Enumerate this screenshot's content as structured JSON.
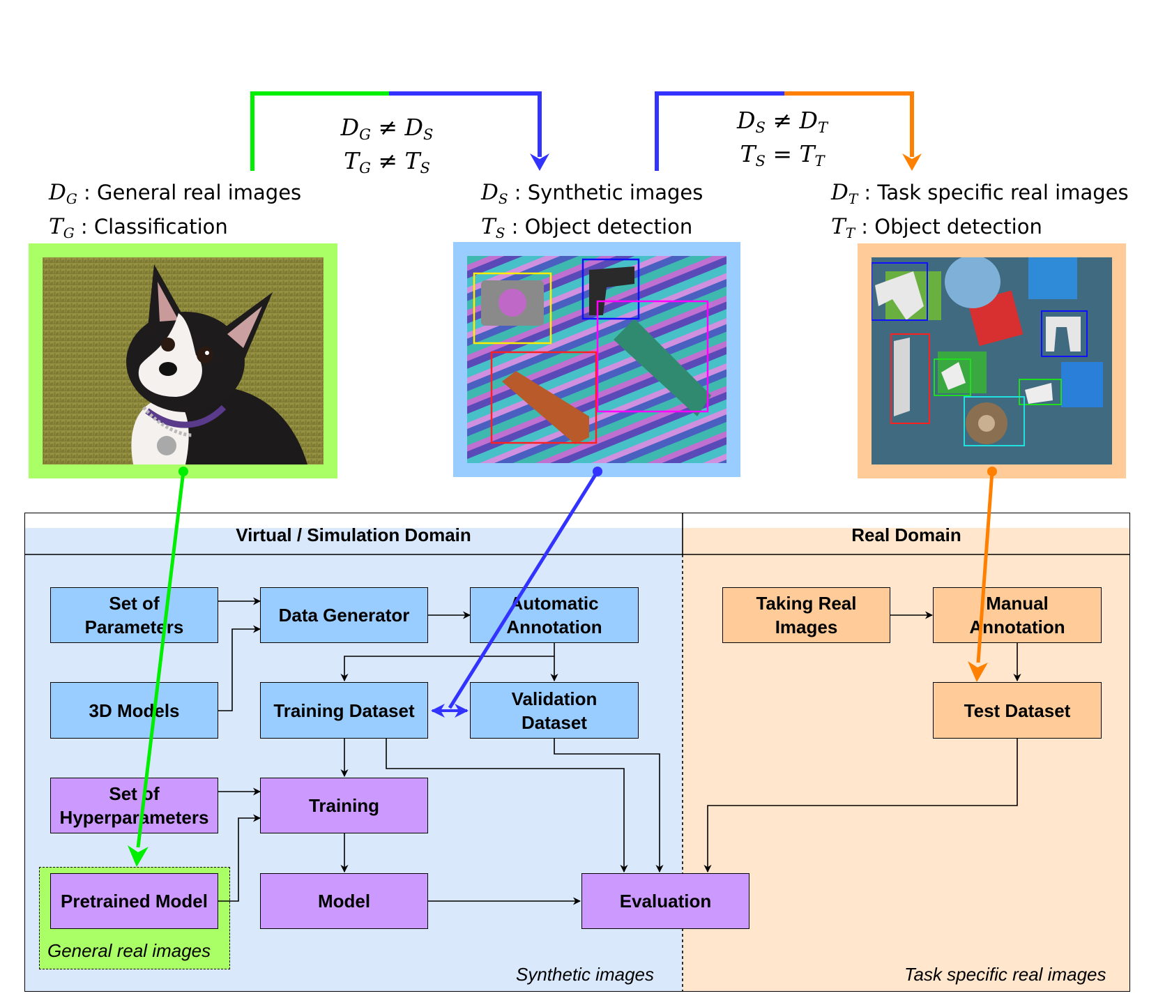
{
  "relations": {
    "left": {
      "line1": [
        "D",
        "G",
        "≠",
        "D",
        "S"
      ],
      "line2": [
        "T",
        "G",
        "≠",
        "T",
        "S"
      ]
    },
    "right": {
      "line1": [
        "D",
        "S",
        "≠",
        "D",
        "T"
      ],
      "line2": [
        "T",
        "S",
        "=",
        "T",
        "T"
      ]
    }
  },
  "domains": {
    "general": {
      "d_sym": "D",
      "d_sub": "G",
      "d_text": " : General real images",
      "t_sym": "T",
      "t_sub": "G",
      "t_text": " : Classification"
    },
    "synthetic": {
      "d_sym": "D",
      "d_sub": "S",
      "d_text": " : Synthetic images",
      "t_sym": "T",
      "t_sub": "S",
      "t_text": " : Object detection"
    },
    "task": {
      "d_sym": "D",
      "d_sub": "T",
      "d_text": " : Task specific real images",
      "t_sym": "T",
      "t_sub": "T",
      "t_text": " : Object detection"
    }
  },
  "sections": {
    "virtual": "Virtual / Simulation Domain",
    "real": "Real Domain"
  },
  "boxes": {
    "set_of_parameters": "Set of\nParameters",
    "data_generator": "Data Generator",
    "automatic_annotation": "Automatic\nAnnotation",
    "models_3d": "3D Models",
    "training_dataset": "Training Dataset",
    "validation_dataset": "Validation\nDataset",
    "set_of_hyperparameters": "Set of\nHyperparameters",
    "training": "Training",
    "pretrained_model": "Pretrained Model",
    "model": "Model",
    "evaluation": "Evaluation",
    "taking_real_images": "Taking Real\nImages",
    "manual_annotation": "Manual\nAnnotation",
    "test_dataset": "Test Dataset"
  },
  "captions": {
    "general_real_images": "General real images",
    "synthetic_images": "Synthetic images",
    "task_specific_real_images": "Task specific real images"
  },
  "colors": {
    "green_arrow": "#00ee00",
    "blue_arrow": "#3333ff",
    "orange_arrow": "#ff8000",
    "green_frame": "#aaff66",
    "blue_frame": "#99ccff",
    "orange_frame": "#ffcc99",
    "virtual_bg": "#dae8fc",
    "real_bg": "#ffe6cc",
    "blue_box": "#99ccff",
    "orange_box": "#ffcc99",
    "purple_box": "#cc99ff"
  }
}
